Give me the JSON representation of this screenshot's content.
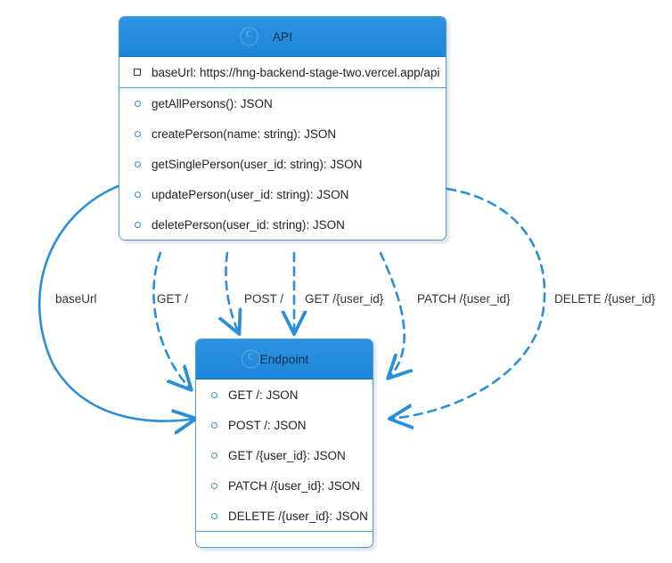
{
  "diagram": {
    "type": "uml-class-diagram",
    "colors": {
      "header_gradient_top": "#2e93e2",
      "header_gradient_bottom": "#1c86d8",
      "box_border": "#4d9fd4",
      "box_background": "#ffffff",
      "edge_stroke": "#2a8fd8",
      "edge_label_text": "#333333",
      "title_text": "#0d2d47",
      "member_text": "#222222",
      "canvas_background": "#ffffff"
    },
    "classes": [
      {
        "name": "API",
        "marker_glyph": "C",
        "attributes": [
          {
            "visibility": "package",
            "text": "baseUrl: https://hng-backend-stage-two.vercel.app/api"
          }
        ],
        "methods": [
          {
            "visibility": "public",
            "text": "getAllPersons(): JSON"
          },
          {
            "visibility": "public",
            "text": "createPerson(name: string): JSON"
          },
          {
            "visibility": "public",
            "text": "getSinglePerson(user_id: string): JSON"
          },
          {
            "visibility": "public",
            "text": "updatePerson(user_id: string): JSON"
          },
          {
            "visibility": "public",
            "text": "deletePerson(user_id: string): JSON"
          }
        ]
      },
      {
        "name": "Endpoint",
        "marker_glyph": "C",
        "attributes": [],
        "methods": [
          {
            "visibility": "public",
            "text": "GET /: JSON"
          },
          {
            "visibility": "public",
            "text": "POST /: JSON"
          },
          {
            "visibility": "public",
            "text": "GET /{user_id}: JSON"
          },
          {
            "visibility": "public",
            "text": "PATCH /{user_id}: JSON"
          },
          {
            "visibility": "public",
            "text": "DELETE /{user_id}: JSON"
          }
        ]
      }
    ],
    "edges": [
      {
        "label": "baseUrl",
        "style": "solid",
        "from": "API",
        "to": "Endpoint"
      },
      {
        "label": "GET /",
        "style": "dashed",
        "from": "API",
        "to": "Endpoint"
      },
      {
        "label": "POST /",
        "style": "dashed",
        "from": "API",
        "to": "Endpoint"
      },
      {
        "label": "GET /{user_id}",
        "style": "dashed",
        "from": "API",
        "to": "Endpoint"
      },
      {
        "label": "PATCH /{user_id}",
        "style": "dashed",
        "from": "API",
        "to": "Endpoint"
      },
      {
        "label": "DELETE /{user_id}",
        "style": "dashed",
        "from": "API",
        "to": "Endpoint"
      }
    ]
  }
}
